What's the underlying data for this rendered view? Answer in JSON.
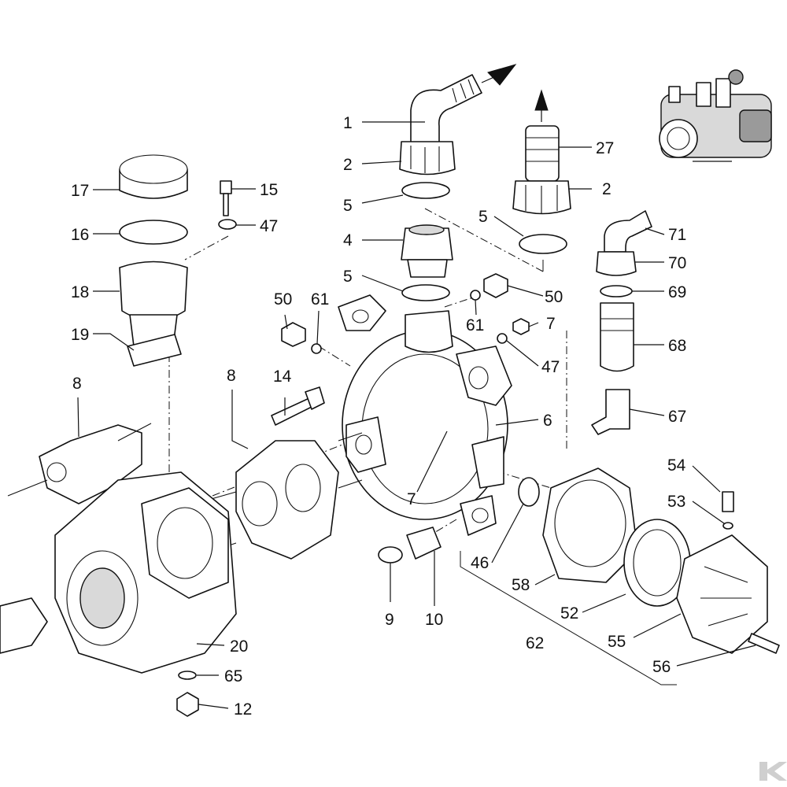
{
  "labels": {
    "l1": "1",
    "l2a": "2",
    "l2b": "2",
    "l4": "4",
    "l5a": "5",
    "l5b": "5",
    "l5c": "5",
    "l6": "6",
    "l7a": "7",
    "l7b": "7",
    "l8a": "8",
    "l8b": "8",
    "l9": "9",
    "l10": "10",
    "l12": "12",
    "l14": "14",
    "l15": "15",
    "l16": "16",
    "l17": "17",
    "l18": "18",
    "l19": "19",
    "l20": "20",
    "l27": "27",
    "l46": "46",
    "l47a": "47",
    "l47b": "47",
    "l50a": "50",
    "l50b": "50",
    "l52": "52",
    "l53": "53",
    "l54": "54",
    "l55": "55",
    "l56": "56",
    "l58": "58",
    "l61a": "61",
    "l61b": "61",
    "l62": "62",
    "l65": "65",
    "l67": "67",
    "l68": "68",
    "l69": "69",
    "l70": "70",
    "l71": "71"
  },
  "colors": {
    "line": "#111111",
    "fill": "#ffffff",
    "shade": "#d9d9d9",
    "brand_mark": "#cfcfcf"
  },
  "icons": {
    "flow_arrow": "arrow-icon",
    "brand_mark": "k-logo-icon"
  }
}
